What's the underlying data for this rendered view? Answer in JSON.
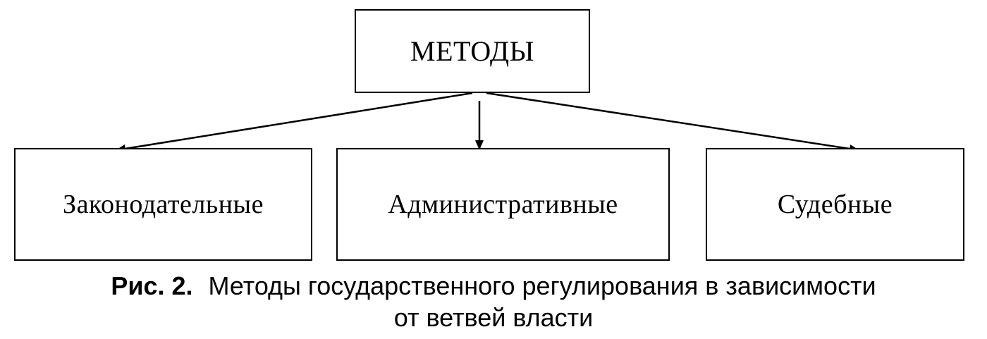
{
  "diagram": {
    "root": "МЕТОДЫ",
    "children": [
      "Законодательные",
      "Административные",
      "Судебные"
    ]
  },
  "caption": {
    "label": "Рис. 2.",
    "line1": "Методы государственного регулирования в зависимости",
    "line2": "от ветвей власти"
  }
}
